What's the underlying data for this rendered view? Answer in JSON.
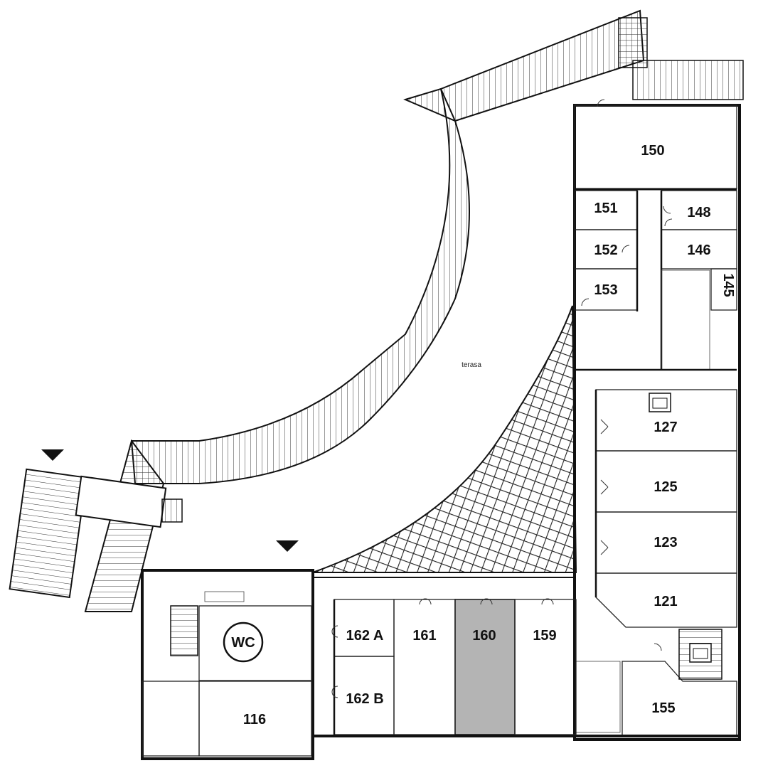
{
  "map": {
    "terrace_label": "terasa",
    "wc_label": "WC",
    "highlighted_room": "160",
    "highlight_color": "#b4b4b4",
    "rooms": [
      {
        "id": "150",
        "label": "150"
      },
      {
        "id": "151",
        "label": "151"
      },
      {
        "id": "148",
        "label": "148"
      },
      {
        "id": "152",
        "label": "152"
      },
      {
        "id": "146",
        "label": "146"
      },
      {
        "id": "153",
        "label": "153"
      },
      {
        "id": "145",
        "label": "145"
      },
      {
        "id": "127",
        "label": "127"
      },
      {
        "id": "125",
        "label": "125"
      },
      {
        "id": "123",
        "label": "123"
      },
      {
        "id": "121",
        "label": "121"
      },
      {
        "id": "155",
        "label": "155"
      },
      {
        "id": "162a",
        "label": "162 A"
      },
      {
        "id": "162b",
        "label": "162 B"
      },
      {
        "id": "161",
        "label": "161"
      },
      {
        "id": "160",
        "label": "160"
      },
      {
        "id": "159",
        "label": "159"
      },
      {
        "id": "116",
        "label": "116"
      }
    ],
    "entrance_markers": [
      "entrance-west",
      "entrance-south"
    ],
    "icons": [
      "elevator-icon",
      "elevator-icon",
      "wc-icon"
    ]
  }
}
